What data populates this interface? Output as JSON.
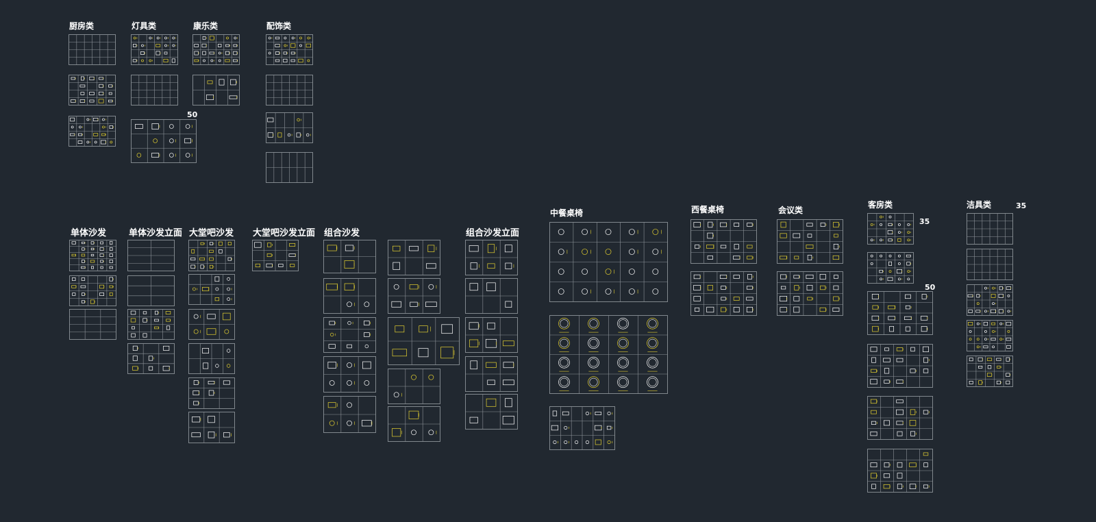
{
  "app": {
    "title": "CAD model space - furniture block library",
    "background": "#212830",
    "grid_line_color": "#8e949a",
    "symbol_colors": [
      "#ffffff",
      "#e6d230"
    ]
  },
  "categories": {
    "kitchen": "厨房类",
    "lighting": "灯具类",
    "recreation": "康乐类",
    "accessories": "配饰类",
    "single_sofa": "单体沙发",
    "single_sofa_elevation": "单体沙发立面",
    "lobby_bar_sofa": "大堂吧沙发",
    "lobby_bar_sofa_elevation": "大堂吧沙发立面",
    "combo_sofa": "组合沙发",
    "combo_sofa_elevation": "组合沙发立面",
    "chinese_dining": "中餐桌椅",
    "western_dining": "西餐桌椅",
    "conference": "会议类",
    "guest_room": "客房类",
    "sanitary": "洁具类"
  },
  "markers": {
    "lighting_count": "50",
    "guest_room_count_a": "35",
    "guest_room_count_b": "50",
    "sanitary_count": "35"
  }
}
